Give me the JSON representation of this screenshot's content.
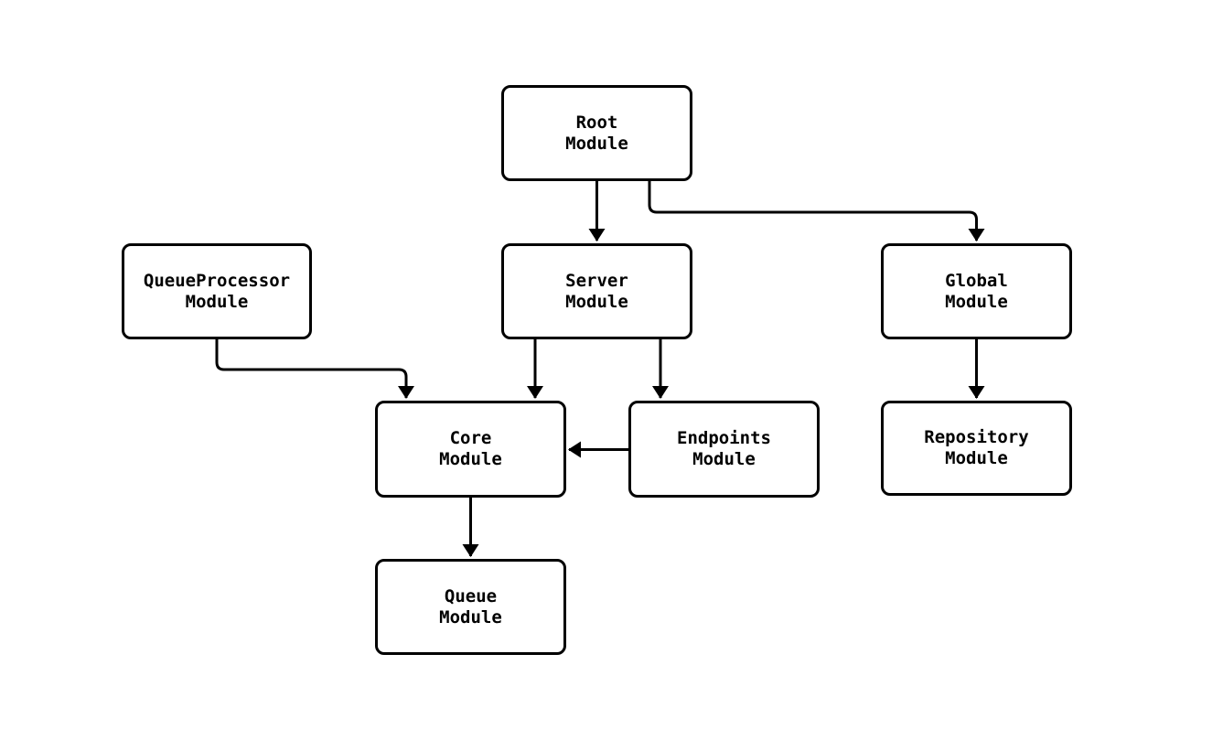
{
  "diagram": {
    "background_color": "#ffffff",
    "stroke_color": "#000000",
    "box_fill_color": "#ffffff",
    "text_color": "#000000",
    "nodes": {
      "root": {
        "label": "Root\nModule"
      },
      "queueprocessor": {
        "label": "QueueProcessor\nModule"
      },
      "server": {
        "label": "Server\nModule"
      },
      "global": {
        "label": "Global\nModule"
      },
      "core": {
        "label": "Core\nModule"
      },
      "endpoints": {
        "label": "Endpoints\nModule"
      },
      "repository": {
        "label": "Repository\nModule"
      },
      "queue": {
        "label": "Queue\nModule"
      }
    },
    "edges": [
      {
        "from": "Root Module",
        "to": "Server Module"
      },
      {
        "from": "Root Module",
        "to": "Global Module"
      },
      {
        "from": "QueueProcessor Module",
        "to": "Core Module"
      },
      {
        "from": "Server Module",
        "to": "Core Module"
      },
      {
        "from": "Server Module",
        "to": "Endpoints Module"
      },
      {
        "from": "Endpoints Module",
        "to": "Core Module"
      },
      {
        "from": "Global Module",
        "to": "Repository Module"
      },
      {
        "from": "Core Module",
        "to": "Queue Module"
      }
    ]
  }
}
